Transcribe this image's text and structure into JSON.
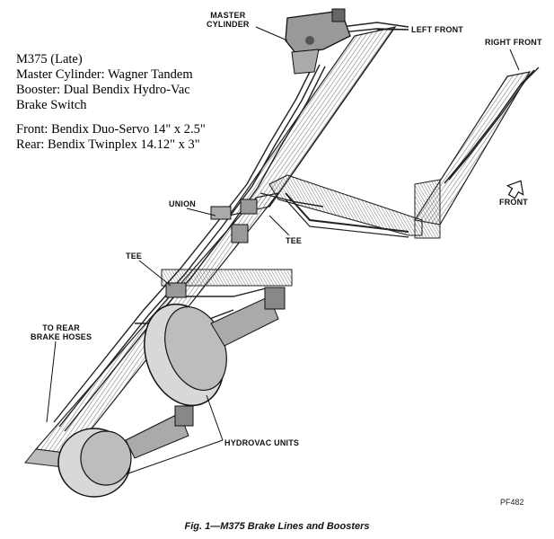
{
  "info_box": {
    "line1": "M375 (Late)",
    "line2": "Master Cylinder: Wagner Tandem",
    "line3": "Booster: Dual Bendix Hydro-Vac",
    "line4": "Brake Switch",
    "line5": "Front: Bendix Duo-Servo 14\" x 2.5\"",
    "line6": "Rear: Bendix Twinplex 14.12\" x 3\""
  },
  "labels": {
    "master_cylinder_1": "MASTER",
    "master_cylinder_2": "CYLINDER",
    "left_front": "LEFT FRONT",
    "right_front": "RIGHT FRONT",
    "front": "FRONT",
    "union": "UNION",
    "tee_upper": "TEE",
    "tee_lower": "TEE",
    "rear_hoses_1": "TO REAR",
    "rear_hoses_2": "BRAKE HOSES",
    "hydrovac": "HYDROVAC UNITS"
  },
  "figure_code": "PF482",
  "caption": "Fig. 1—M375 Brake Lines and Boosters"
}
